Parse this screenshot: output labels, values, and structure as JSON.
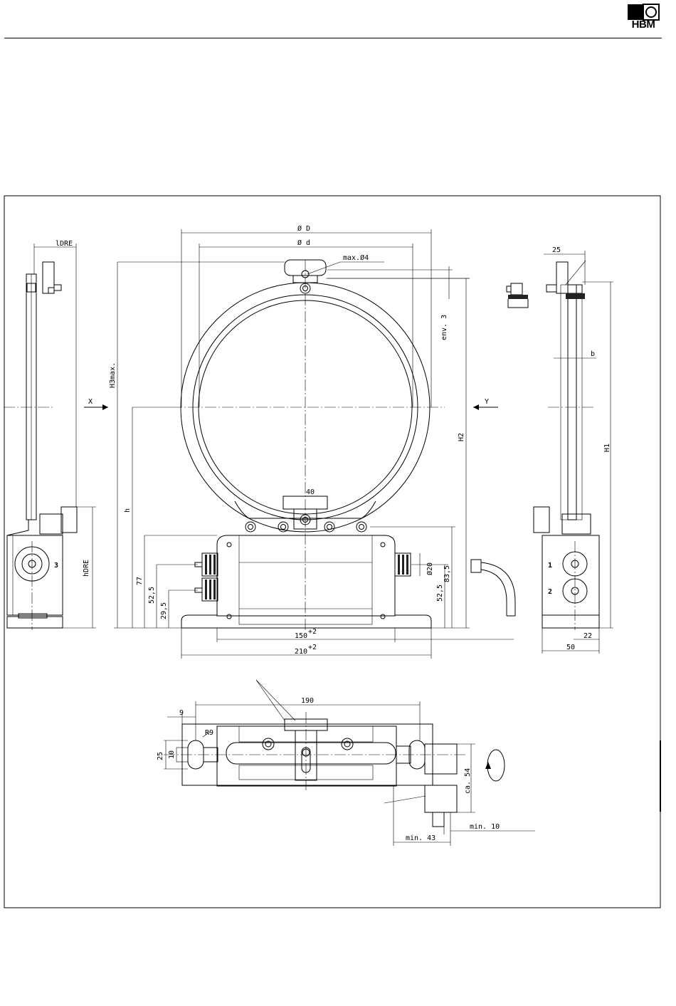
{
  "header": {
    "logo_text": "HBM"
  },
  "labels": {
    "dia_D": "Ø D",
    "dia_d": "Ø d",
    "max_dia4": "max.Ø4",
    "env3": "env. 3",
    "x_view": "X",
    "y_view": "Y",
    "h3max": "H3max.",
    "h": "h",
    "h2": "H2",
    "h1": "H1",
    "ldre": "lDRE",
    "hdre": "hDRE",
    "b": "b",
    "connector_3": "3",
    "connector_1": "1",
    "connector_2": "2",
    "dim_40": "40",
    "dim_25_top": "25",
    "dim_77": "77",
    "dim_52_5_left": "52,5",
    "dim_29_5": "29,5",
    "dim_dia20": "Ø20",
    "dim_83_5": "83,5",
    "dim_52_5_right": "52,5",
    "dim_150": "150",
    "dim_150_tol": "+2",
    "dim_210": "210",
    "dim_210_tol": "+2",
    "dim_22": "22",
    "dim_50": "50",
    "dim_190": "190",
    "dim_9": "9",
    "dim_r9": "R9",
    "dim_25_bottom": "25",
    "dim_10": "10",
    "dim_ca54": "ca. 54",
    "dim_min43": "min. 43",
    "dim_min10": "min. 10"
  }
}
